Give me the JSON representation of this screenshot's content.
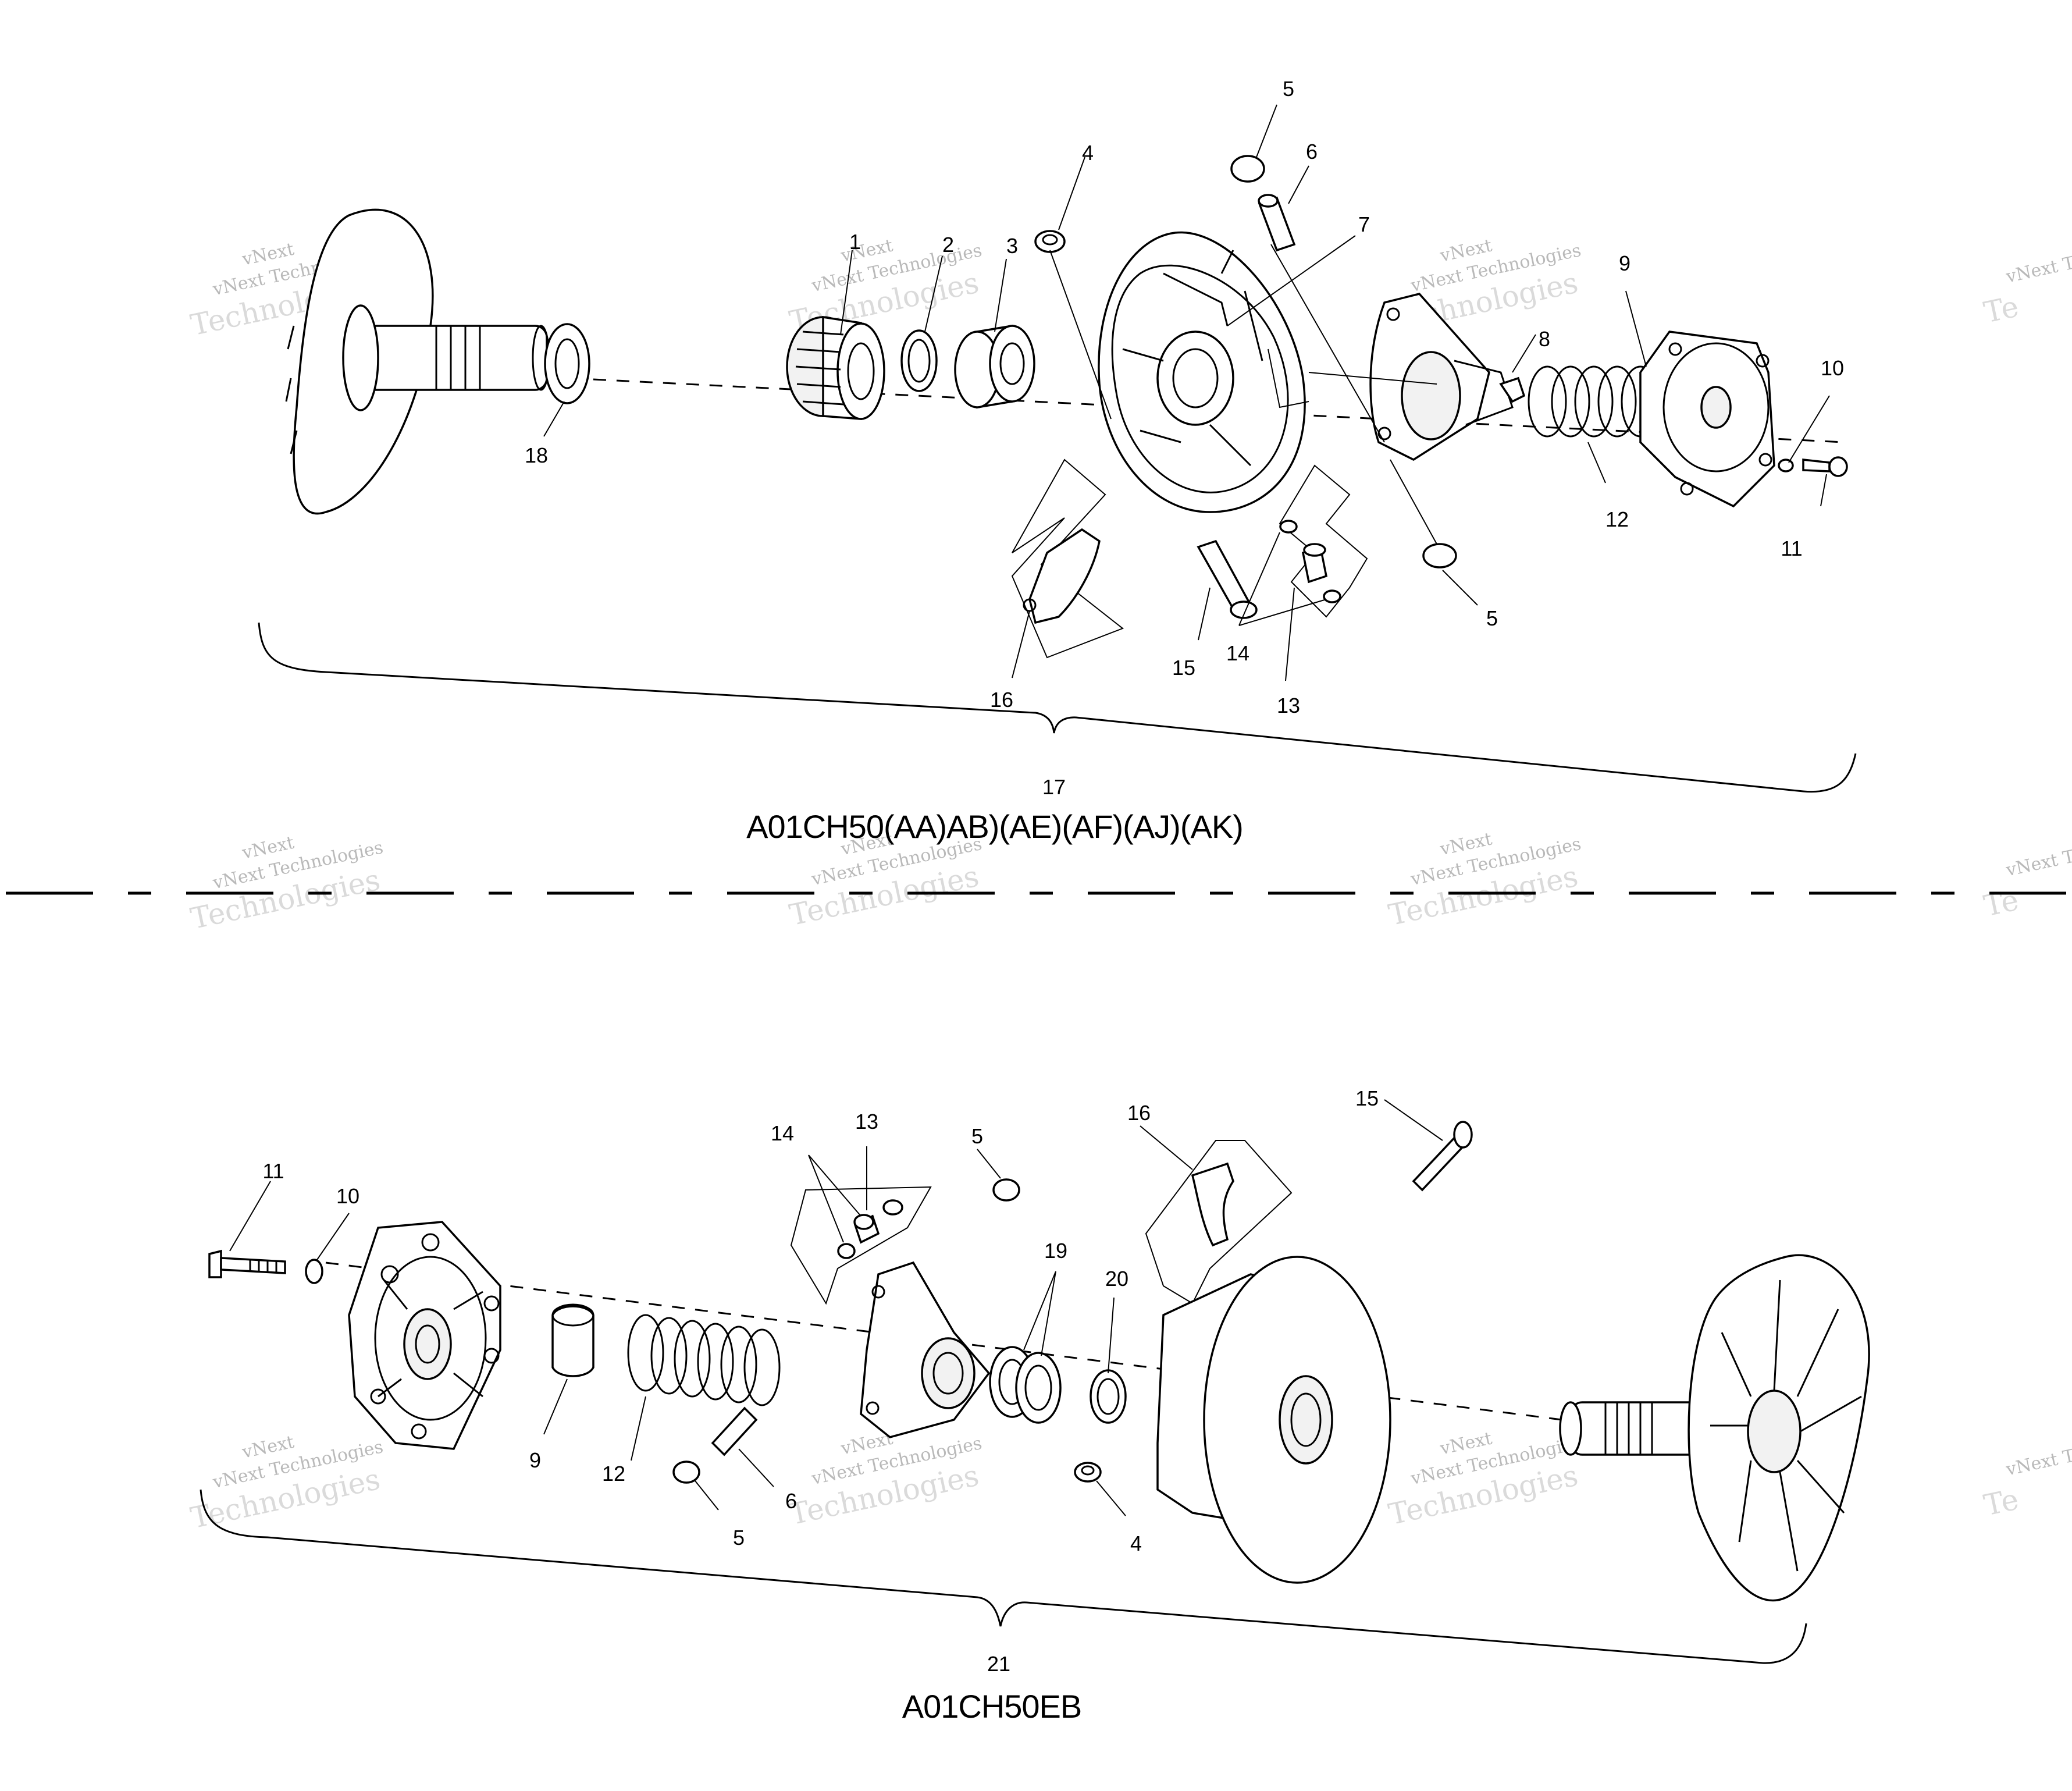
{
  "top_assembly": {
    "title": "A01CH50(AA)AB)(AE)(AF)(AJ)(AK)",
    "callouts": [
      "1",
      "2",
      "3",
      "4",
      "5",
      "6",
      "7",
      "8",
      "9",
      "10",
      "11",
      "12",
      "5",
      "13",
      "14",
      "15",
      "16",
      "17",
      "18"
    ]
  },
  "bottom_assembly": {
    "title": "A01CH50EB",
    "callouts": [
      "11",
      "10",
      "14",
      "13",
      "5",
      "16",
      "15",
      "19",
      "20",
      "9",
      "12",
      "6",
      "5",
      "4",
      "21"
    ]
  },
  "watermark": {
    "line1": "vNext",
    "line2": "vNext Technologies",
    "line3": "Technologies",
    "edge1": "vNext T",
    "edge2": "Te"
  }
}
